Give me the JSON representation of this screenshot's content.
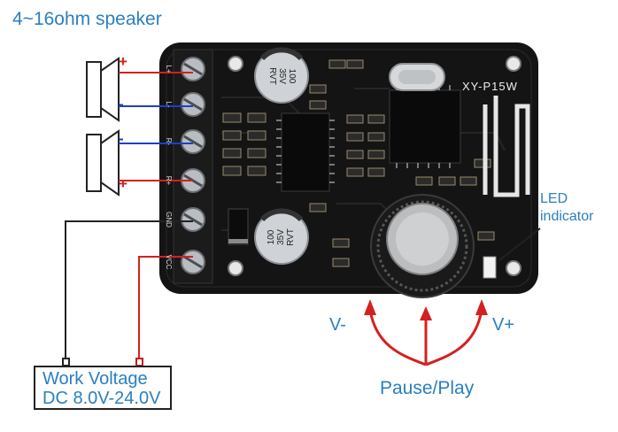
{
  "title": "4~16ohm speaker",
  "board": {
    "model": "XY-P15W",
    "cap_top": [
      "100",
      "35V",
      "RVT"
    ],
    "cap_bottom": [
      "100",
      "35V",
      "RVT"
    ],
    "terminal_labels": [
      "L+",
      "L-",
      "R-",
      "R+",
      "GND",
      "VCC"
    ]
  },
  "speakers": {
    "top": {
      "plus": "+",
      "minus": "-"
    },
    "bottom": {
      "minus": "-",
      "plus": "+"
    }
  },
  "led_label": {
    "line1": "LED",
    "line2": "indicator"
  },
  "knob": {
    "left": "V-",
    "right": "V+",
    "press": "Pause/Play"
  },
  "power": {
    "line1": "Work Voltage",
    "line2": "DC 8.0V-24.0V"
  },
  "colors": {
    "label": "#2a7fc0",
    "positive": "#d42020",
    "negative": "#1e3fc8",
    "board": "#141414"
  }
}
